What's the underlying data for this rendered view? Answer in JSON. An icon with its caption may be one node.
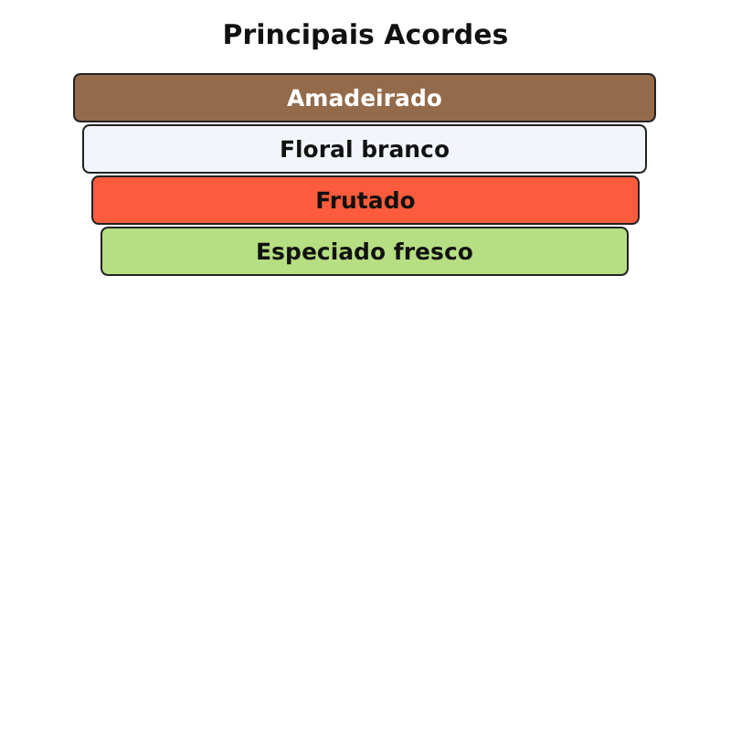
{
  "diagram": {
    "title": "Principais Acordes",
    "nodes": [
      {
        "text": [
          "Amadeirado"
        ]
      },
      {
        "text": [
          "Floral branco"
        ]
      },
      {
        "text": [
          "Frutado"
        ]
      },
      {
        "text": [
          "Especiado fresco"
        ]
      }
    ]
  }
}
